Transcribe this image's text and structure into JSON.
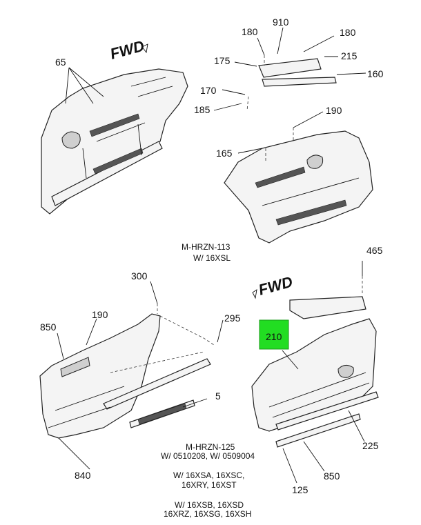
{
  "diagram": {
    "fwd_label": "FWD",
    "top_group": {
      "callouts": [
        "65",
        "180",
        "910",
        "180",
        "175",
        "215",
        "170",
        "160",
        "185",
        "190",
        "165"
      ],
      "caption_line1": "M-HRZN-113",
      "caption_line2": "W/ 16XSL"
    },
    "bottom_group": {
      "callouts": [
        "300",
        "465",
        "850",
        "190",
        "295",
        "210",
        "5",
        "225",
        "840",
        "850",
        "125"
      ],
      "highlighted_callout": "210",
      "caption_line1": "M-HRZN-125",
      "caption_line2": "W/ 0510208, W/ 0509004",
      "caption_line3": "W/ 16XSA, 16XSC,",
      "caption_line4": "16XRY, 16XST",
      "caption_line5": "W/ 16XSB, 16XSD",
      "caption_line6": "16XRZ, 16XSG, 16XSH"
    },
    "colors": {
      "highlight": "#22dd22",
      "line": "#222222"
    }
  }
}
